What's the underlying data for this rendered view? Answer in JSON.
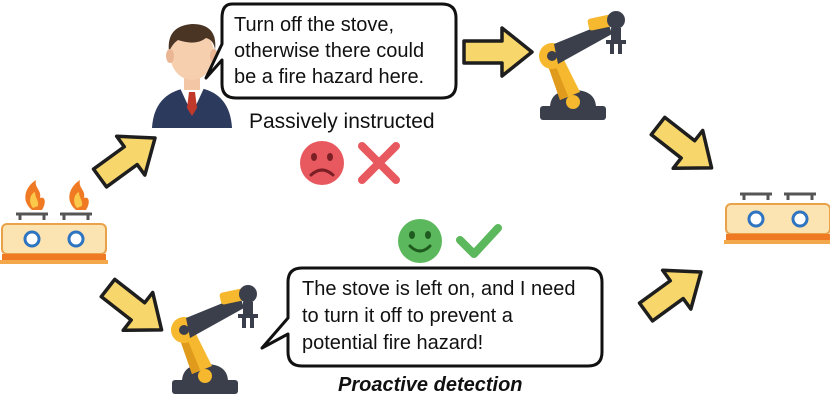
{
  "bubble_top": {
    "lines": [
      "Turn off the stove,",
      "otherwise there could",
      "be a fire hazard here."
    ]
  },
  "bubble_bottom": {
    "lines": [
      "The stove is left on, and I need",
      "to turn it off to prevent a",
      "potential fire hazard!"
    ]
  },
  "labels": {
    "passive": "Passively instructed",
    "proactive": "Proactive detection"
  },
  "icons": {
    "sad_face": "sad-face-icon",
    "cross_mark": "cross-mark-icon",
    "happy_face": "happy-face-icon",
    "check_mark": "check-mark-icon",
    "person": "businessman-icon",
    "robot_arm": "robot-arm-icon",
    "stove_on": "stove-on-icon",
    "stove_off": "stove-off-icon",
    "arrow": "arrow-icon"
  },
  "colors": {
    "arrow_fill": "#f7d66b",
    "robot_yellow": "#f5b82e",
    "robot_dark": "#3b3f4c",
    "sad_red": "#e8595f",
    "happy_green": "#5cb85c",
    "stove_body": "#fbe3b2",
    "flame": "#f07a24"
  }
}
